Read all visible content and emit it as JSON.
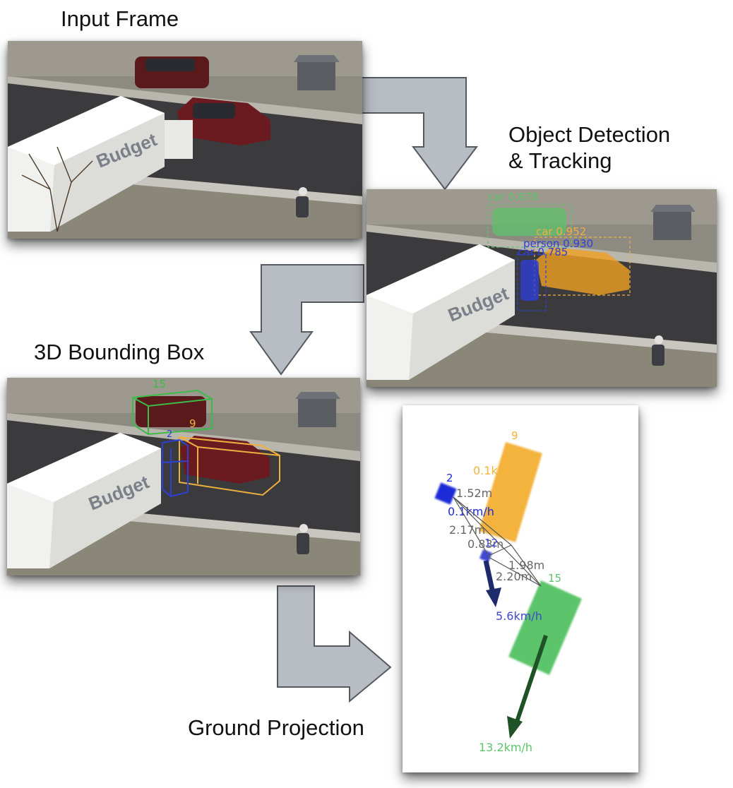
{
  "stages": {
    "input": {
      "title": "Input Frame"
    },
    "detection": {
      "title_line1": "Object Detection",
      "title_line2": "& Tracking"
    },
    "bbox3d": {
      "title": "3D Bounding Box"
    },
    "ground": {
      "title": "Ground Projection"
    }
  },
  "photo": {
    "truck_brand": "Budget"
  },
  "detections": [
    {
      "label": "car 0.878",
      "color": "#5ec26a"
    },
    {
      "label": "car 0.952",
      "color": "#f0b040"
    },
    {
      "label": "person 0.930",
      "color": "#2f3fd6"
    },
    {
      "label": "car 0.785",
      "color": "#2f3fd6"
    }
  ],
  "box3d_ids": [
    {
      "id": "15",
      "color": "#3dbb4a"
    },
    {
      "id": "9",
      "color": "#f0b040"
    },
    {
      "id": "2",
      "color": "#2f3fd6"
    }
  ],
  "ground_projection": {
    "objects": [
      {
        "id": "9",
        "color": "#f3b33d",
        "speed": "0.1km/h"
      },
      {
        "id": "2",
        "color": "#1a2bd8",
        "speed": "0.1km/h"
      },
      {
        "id": "12",
        "color": "#3f47d0",
        "speed": "5.6km/h"
      },
      {
        "id": "15",
        "color": "#5cc46b",
        "speed": "13.2km/h"
      }
    ],
    "distances": [
      "1.52m",
      "2.17m",
      "0.83m",
      "1.98m",
      "2.20m"
    ]
  },
  "colors": {
    "arrow_fill": "#b8bdc3",
    "arrow_stroke": "#555a60"
  }
}
